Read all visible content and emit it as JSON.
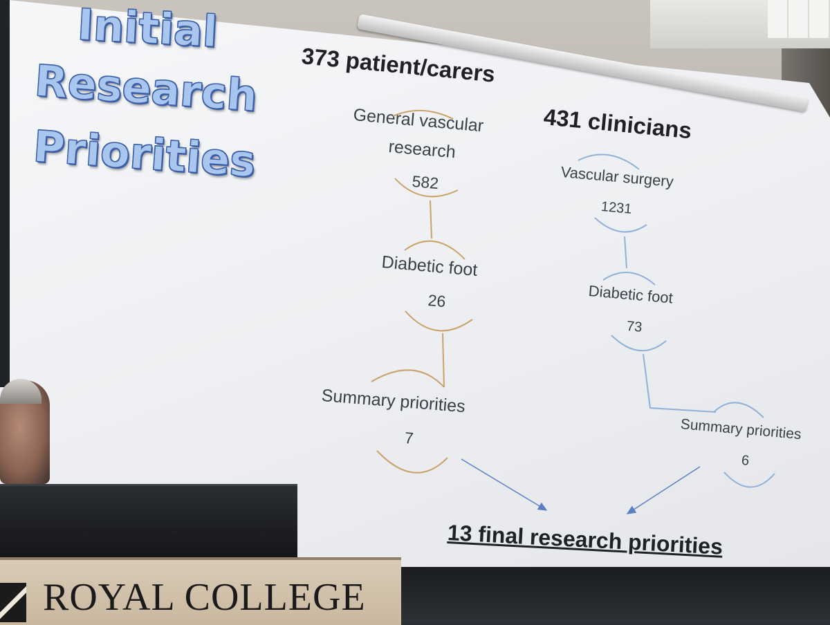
{
  "slide": {
    "title_lines": [
      "Initial",
      "Research",
      "Priorities"
    ],
    "patients": {
      "header": "373 patient/carers",
      "stage1_label_line1": "General vascular",
      "stage1_label_line2": "research",
      "stage1_count": "582",
      "stage2_label": "Diabetic foot",
      "stage2_count": "26",
      "stage3_label": "Summary priorities",
      "stage3_count": "7"
    },
    "clinicians": {
      "header": "431 clinicians",
      "stage1_label": "Vascular surgery",
      "stage1_count": "1231",
      "stage2_label": "Diabetic foot",
      "stage2_count": "73",
      "stage3_label": "Summary priorities",
      "stage3_count": "6"
    },
    "final": "13 final research priorities"
  },
  "colors": {
    "patient_arc": "#c9a26a",
    "clinician_arc": "#8fb0d8",
    "arrow": "#5b7fc4",
    "title_fill": "#a9c6ee",
    "title_outline": "#3b5fa8"
  },
  "podium": {
    "text": "ROYAL COLLEGE"
  }
}
